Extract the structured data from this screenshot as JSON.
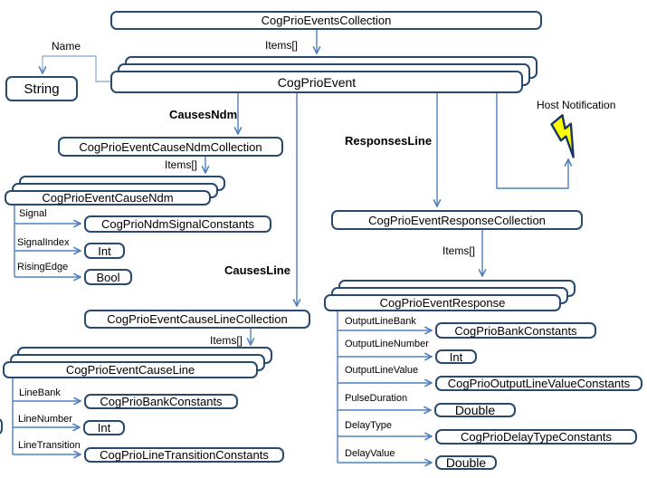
{
  "colors": {
    "box_border": "#284A6E",
    "connector": "#4F81BD",
    "connector_light": "#95B3D7",
    "bolt_fill": "#FFFF00",
    "bolt_stroke": "#17375E",
    "background": "#FFFFFF",
    "text": "#000000"
  },
  "nodes": {
    "events_collection": "CogPrioEventsCollection",
    "event": "CogPrioEvent",
    "string": "String",
    "cause_ndm_collection": "CogPrioEventCauseNdmCollection",
    "cause_ndm": "CogPrioEventCauseNdm",
    "ndm_signal_constants": "CogPrioNdmSignalConstants",
    "int": "Int",
    "bool": "Bool",
    "cause_line_collection": "CogPrioEventCauseLineCollection",
    "cause_line": "CogPrioEventCauseLine",
    "bank_constants": "CogPrioBankConstants",
    "line_transition_constants": "CogPrioLineTransitionConstants",
    "response_collection": "CogPrioEventResponseCollection",
    "response": "CogPrioEventResponse",
    "output_line_value_constants": "CogPrioOutputLineValueConstants",
    "double": "Double",
    "delay_type_constants": "CogPrioDelayTypeConstants"
  },
  "edge_labels": {
    "items": "Items[]",
    "name": "Name",
    "causes_ndm": "CausesNdm",
    "causes_line": "CausesLine",
    "responses_line": "ResponsesLine",
    "host_notification": "Host Notification"
  },
  "property_labels": {
    "signal": "Signal",
    "signal_index": "SignalIndex",
    "rising_edge": "RisingEdge",
    "line_bank": "LineBank",
    "line_number": "LineNumber",
    "line_transition": "LineTransition",
    "output_line_bank": "OutputLineBank",
    "output_line_number": "OutputLineNumber",
    "output_line_value": "OutputLineValue",
    "pulse_duration": "PulseDuration",
    "delay_type": "DelayType",
    "delay_value": "DelayValue"
  }
}
